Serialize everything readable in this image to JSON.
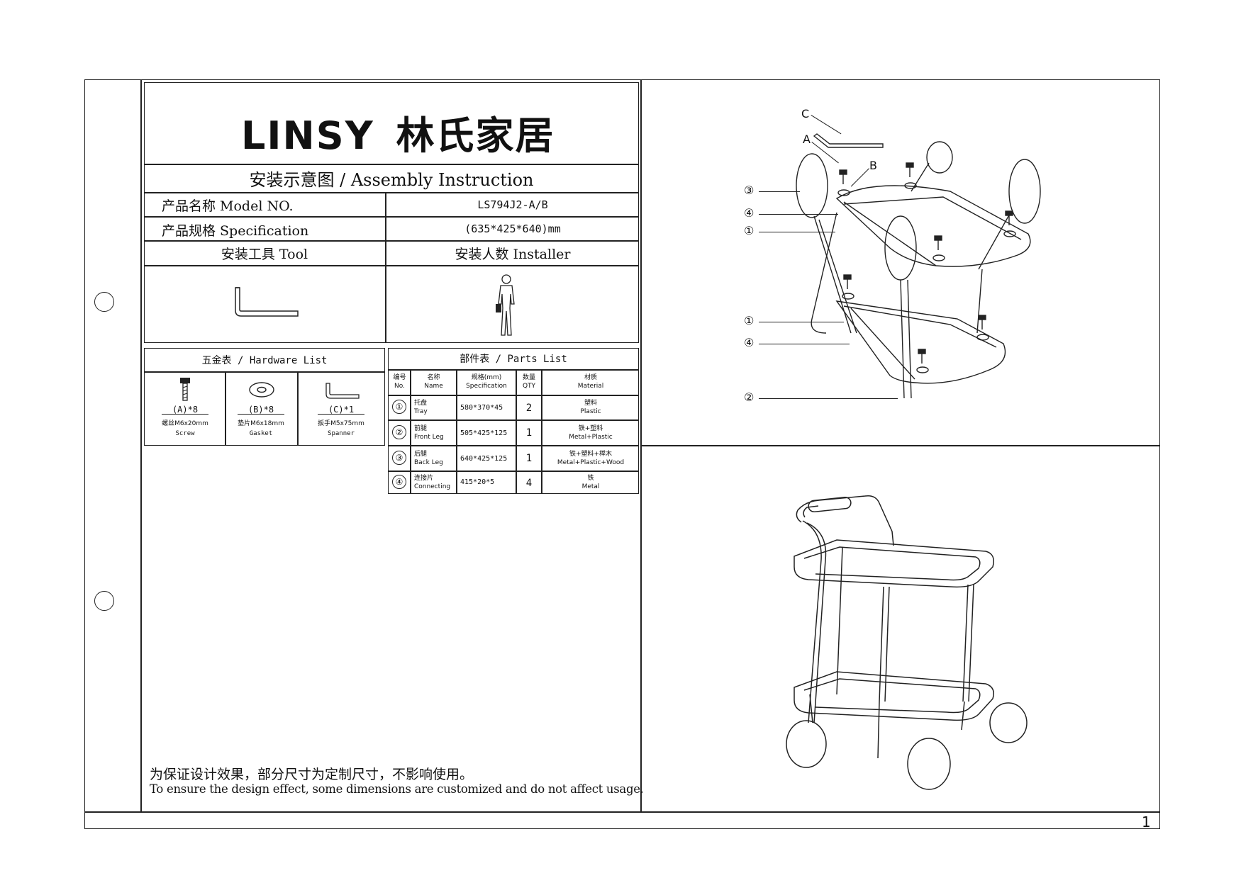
{
  "brand": {
    "latin": "LINSY",
    "chinese": "林氏家居"
  },
  "header": {
    "title": "安装示意图 / Assembly Instruction",
    "model_label": "产品名称 Model NO.",
    "model_value": "LS794J2-A/B",
    "spec_label": "产品规格 Specification",
    "spec_value": "(635*425*640)mm",
    "tool_label": "安装工具 Tool",
    "installer_label": "安装人数 Installer"
  },
  "hardware": {
    "title": "五金表 / Hardware List",
    "items": [
      {
        "code": "(A)*8",
        "cn": "螺丝M6x20mm",
        "en": "Screw",
        "icon": "screw-icon"
      },
      {
        "code": "(B)*8",
        "cn": "垫片M6x18mm",
        "en": "Gasket",
        "icon": "washer-icon"
      },
      {
        "code": "(C)*1",
        "cn": "扳手M5x75mm",
        "en": "Spanner",
        "icon": "allen-key-icon"
      }
    ]
  },
  "parts": {
    "title": "部件表 / Parts List",
    "headers": [
      {
        "cn": "编号",
        "en": "No."
      },
      {
        "cn": "名称",
        "en": "Name"
      },
      {
        "cn": "规格(mm)",
        "en": "Specification"
      },
      {
        "cn": "数量",
        "en": "QTY"
      },
      {
        "cn": "材质",
        "en": "Material"
      }
    ],
    "rows": [
      {
        "no": "①",
        "name_cn": "托盘",
        "name_en": "Tray",
        "spec": "580*370*45",
        "qty": "2",
        "mat_cn": "塑料",
        "mat_en": "Plastic"
      },
      {
        "no": "②",
        "name_cn": "前腿",
        "name_en": "Front Leg",
        "spec": "505*425*125",
        "qty": "1",
        "mat_cn": "铁+塑料",
        "mat_en": "Metal+Plastic"
      },
      {
        "no": "③",
        "name_cn": "后腿",
        "name_en": "Back Leg",
        "spec": "640*425*125",
        "qty": "1",
        "mat_cn": "铁+塑料+榉木",
        "mat_en": "Metal+Plastic+Wood"
      },
      {
        "no": "④",
        "name_cn": "连接片",
        "name_en": "Connecting",
        "spec": "415*20*5",
        "qty": "4",
        "mat_cn": "铁",
        "mat_en": "Metal"
      }
    ]
  },
  "diagram": {
    "letters": [
      "C",
      "A",
      "B"
    ],
    "callouts": [
      "③",
      "④",
      "①",
      "①",
      "④",
      "②"
    ]
  },
  "note": {
    "cn": "为保证设计效果，部分尺寸为定制尺寸，不影响使用。",
    "en": "To ensure the design effect, some dimensions are customized and do not affect usage."
  },
  "page_number": "1"
}
